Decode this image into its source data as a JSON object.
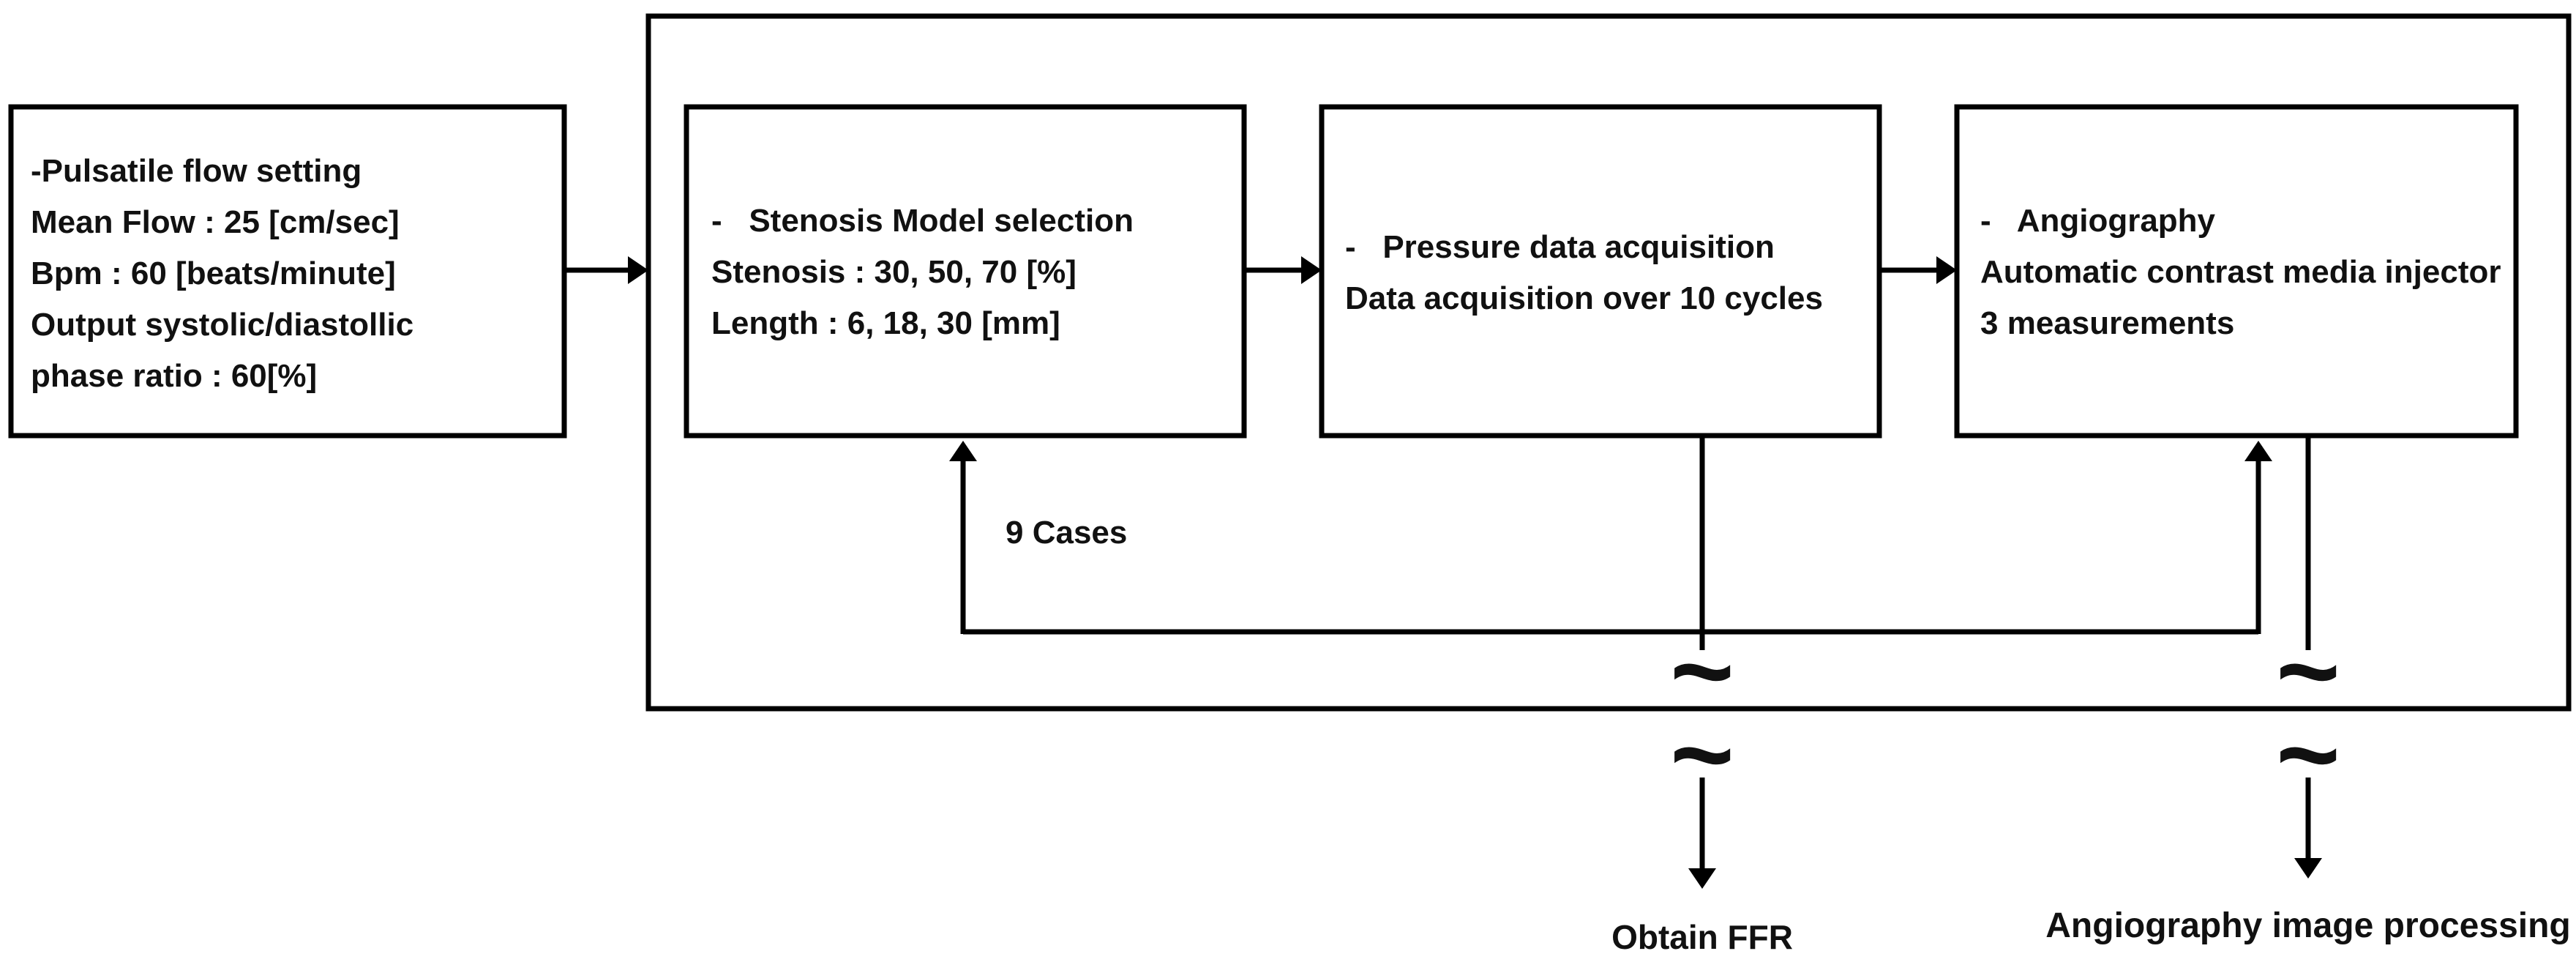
{
  "colors": {
    "stroke": "#000000",
    "text": "#111111",
    "background": "#ffffff"
  },
  "boxes": {
    "pulsatile": {
      "lines": [
        "-Pulsatile flow setting",
        "Mean Flow : 25 [cm/sec]",
        "Bpm : 60 [beats/minute]",
        "Output systolic/diastollic",
        "phase ratio : 60[%]"
      ]
    },
    "stenosis": {
      "lines": [
        "-   Stenosis Model selection",
        "Stenosis : 30, 50, 70 [%]",
        "Length : 6, 18, 30 [mm]"
      ]
    },
    "pressure": {
      "lines": [
        "-   Pressure data acquisition",
        "Data acquisition over 10 cycles"
      ]
    },
    "angiography": {
      "lines": [
        "-   Angiography",
        "Automatic contrast media injector",
        "3 measurements"
      ]
    }
  },
  "labels": {
    "cases": "9 Cases",
    "ffr": "Obtain FFR",
    "image_processing": "Angiography image processing"
  },
  "symbols": {
    "break": "~"
  }
}
